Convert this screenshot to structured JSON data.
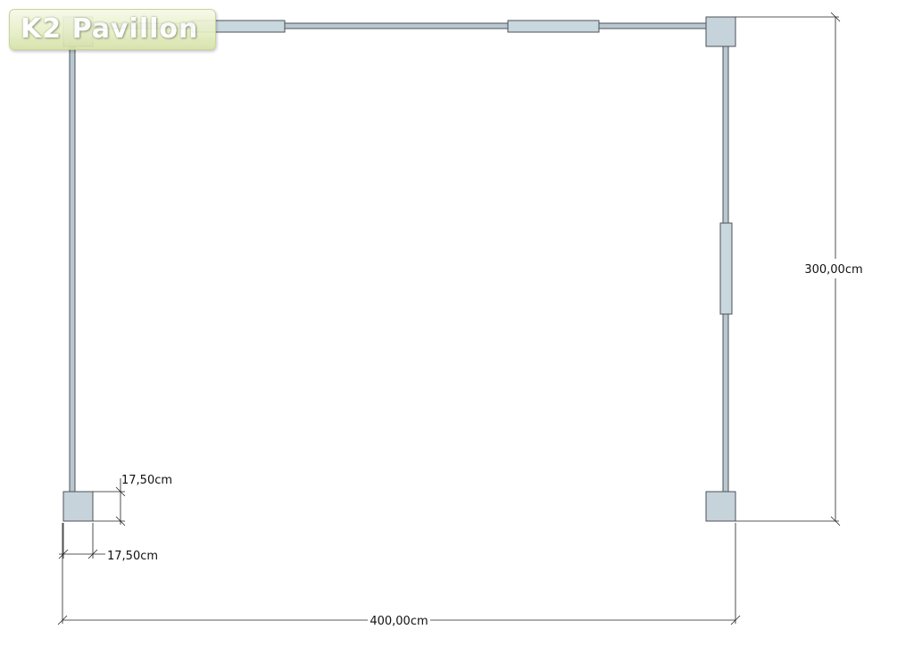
{
  "logo": {
    "text": "K2 Pavillon"
  },
  "dimensions": {
    "width_label": "400,00cm",
    "depth_label": "300,00cm",
    "post_width_label": "17,50cm",
    "post_depth_label": "17,50cm"
  },
  "colors": {
    "post_fill": "#c7d3da",
    "post_stroke": "#4c5258",
    "wall_fill": "#b9c8d0",
    "panel_fill": "#c9d7de",
    "dim_line": "#222222",
    "logo_text": "#ffffff"
  }
}
